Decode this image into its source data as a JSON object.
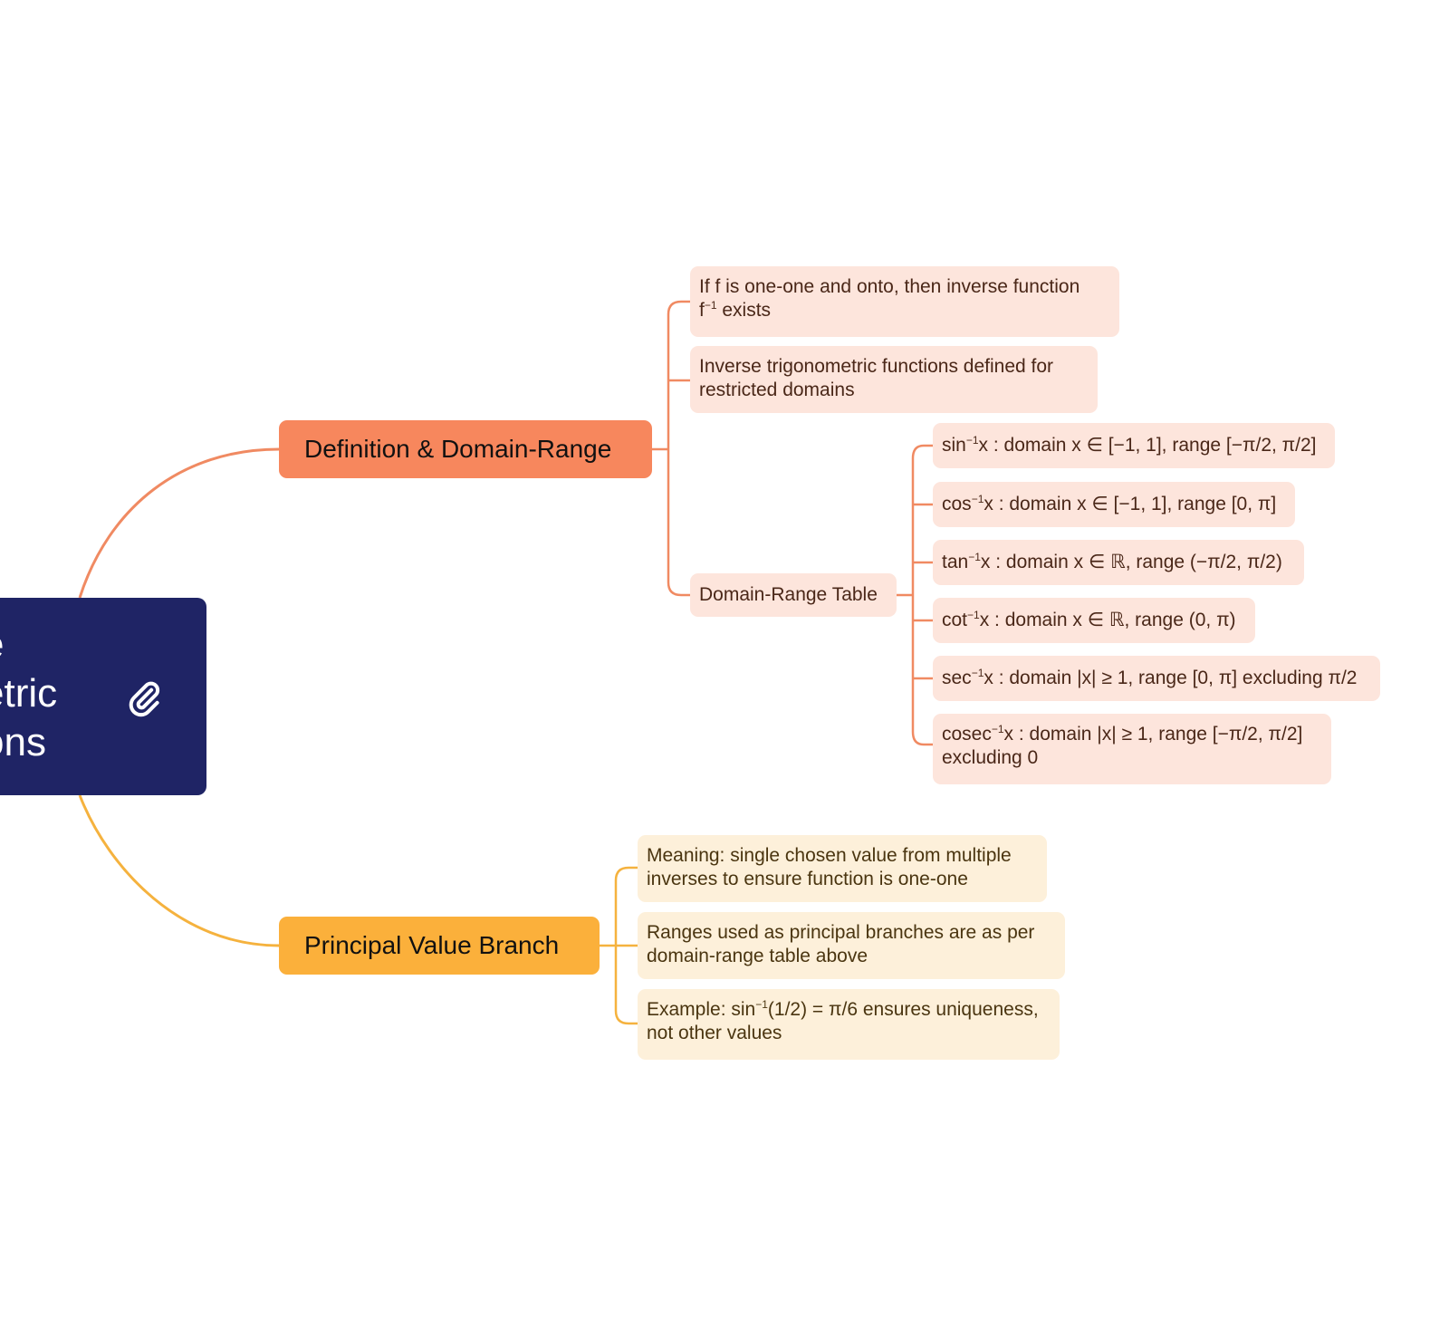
{
  "colors": {
    "root_bg": "#1f2465",
    "definition_branch": "#f7875d",
    "principal_branch": "#fbb03b",
    "definition_leaf_bg": "#fde5dc",
    "principal_leaf_bg": "#fdf0da"
  },
  "root": {
    "lines": [
      "e",
      "etric",
      "ons"
    ],
    "icon": "paperclip-icon"
  },
  "definition": {
    "label": "Definition & Domain-Range",
    "items": [
      {
        "lines": [
          "If f is one-one and onto, then inverse function",
          "exists"
        ],
        "sup": "−1",
        "prefix": "f"
      },
      {
        "lines": [
          "Inverse trigonometric functions defined for",
          "restricted domains"
        ]
      }
    ],
    "table": {
      "label": "Domain-Range Table",
      "rows": [
        {
          "fn": "sin",
          "sup": "−1",
          "rest": "x : domain x ∈ [−1, 1], range [−π/2, π/2]"
        },
        {
          "fn": "cos",
          "sup": "−1",
          "rest": "x : domain x ∈ [−1, 1], range [0, π]"
        },
        {
          "fn": "tan",
          "sup": "−1",
          "rest": "x : domain x ∈ ℝ, range (−π/2, π/2)"
        },
        {
          "fn": "cot",
          "sup": "−1",
          "rest": "x : domain x ∈ ℝ, range (0, π)"
        },
        {
          "fn": "sec",
          "sup": "−1",
          "rest": "x : domain |x| ≥ 1, range [0, π] excluding π/2"
        },
        {
          "fn": "cosec",
          "sup": "−1",
          "rest": "x : domain |x| ≥ 1, range [−π/2, π/2]",
          "line2": "excluding 0"
        }
      ]
    }
  },
  "principal": {
    "label": "Principal Value Branch",
    "items": [
      {
        "lines": [
          "Meaning: single chosen value from multiple",
          "inverses to ensure function is one-one"
        ]
      },
      {
        "lines": [
          "Ranges used as principal branches are as per",
          "domain-range table above"
        ]
      },
      {
        "pre": "Example: sin",
        "sup": "−1",
        "post": "(1/2) = π/6 ensures uniqueness,",
        "line2": "not other values"
      }
    ]
  }
}
